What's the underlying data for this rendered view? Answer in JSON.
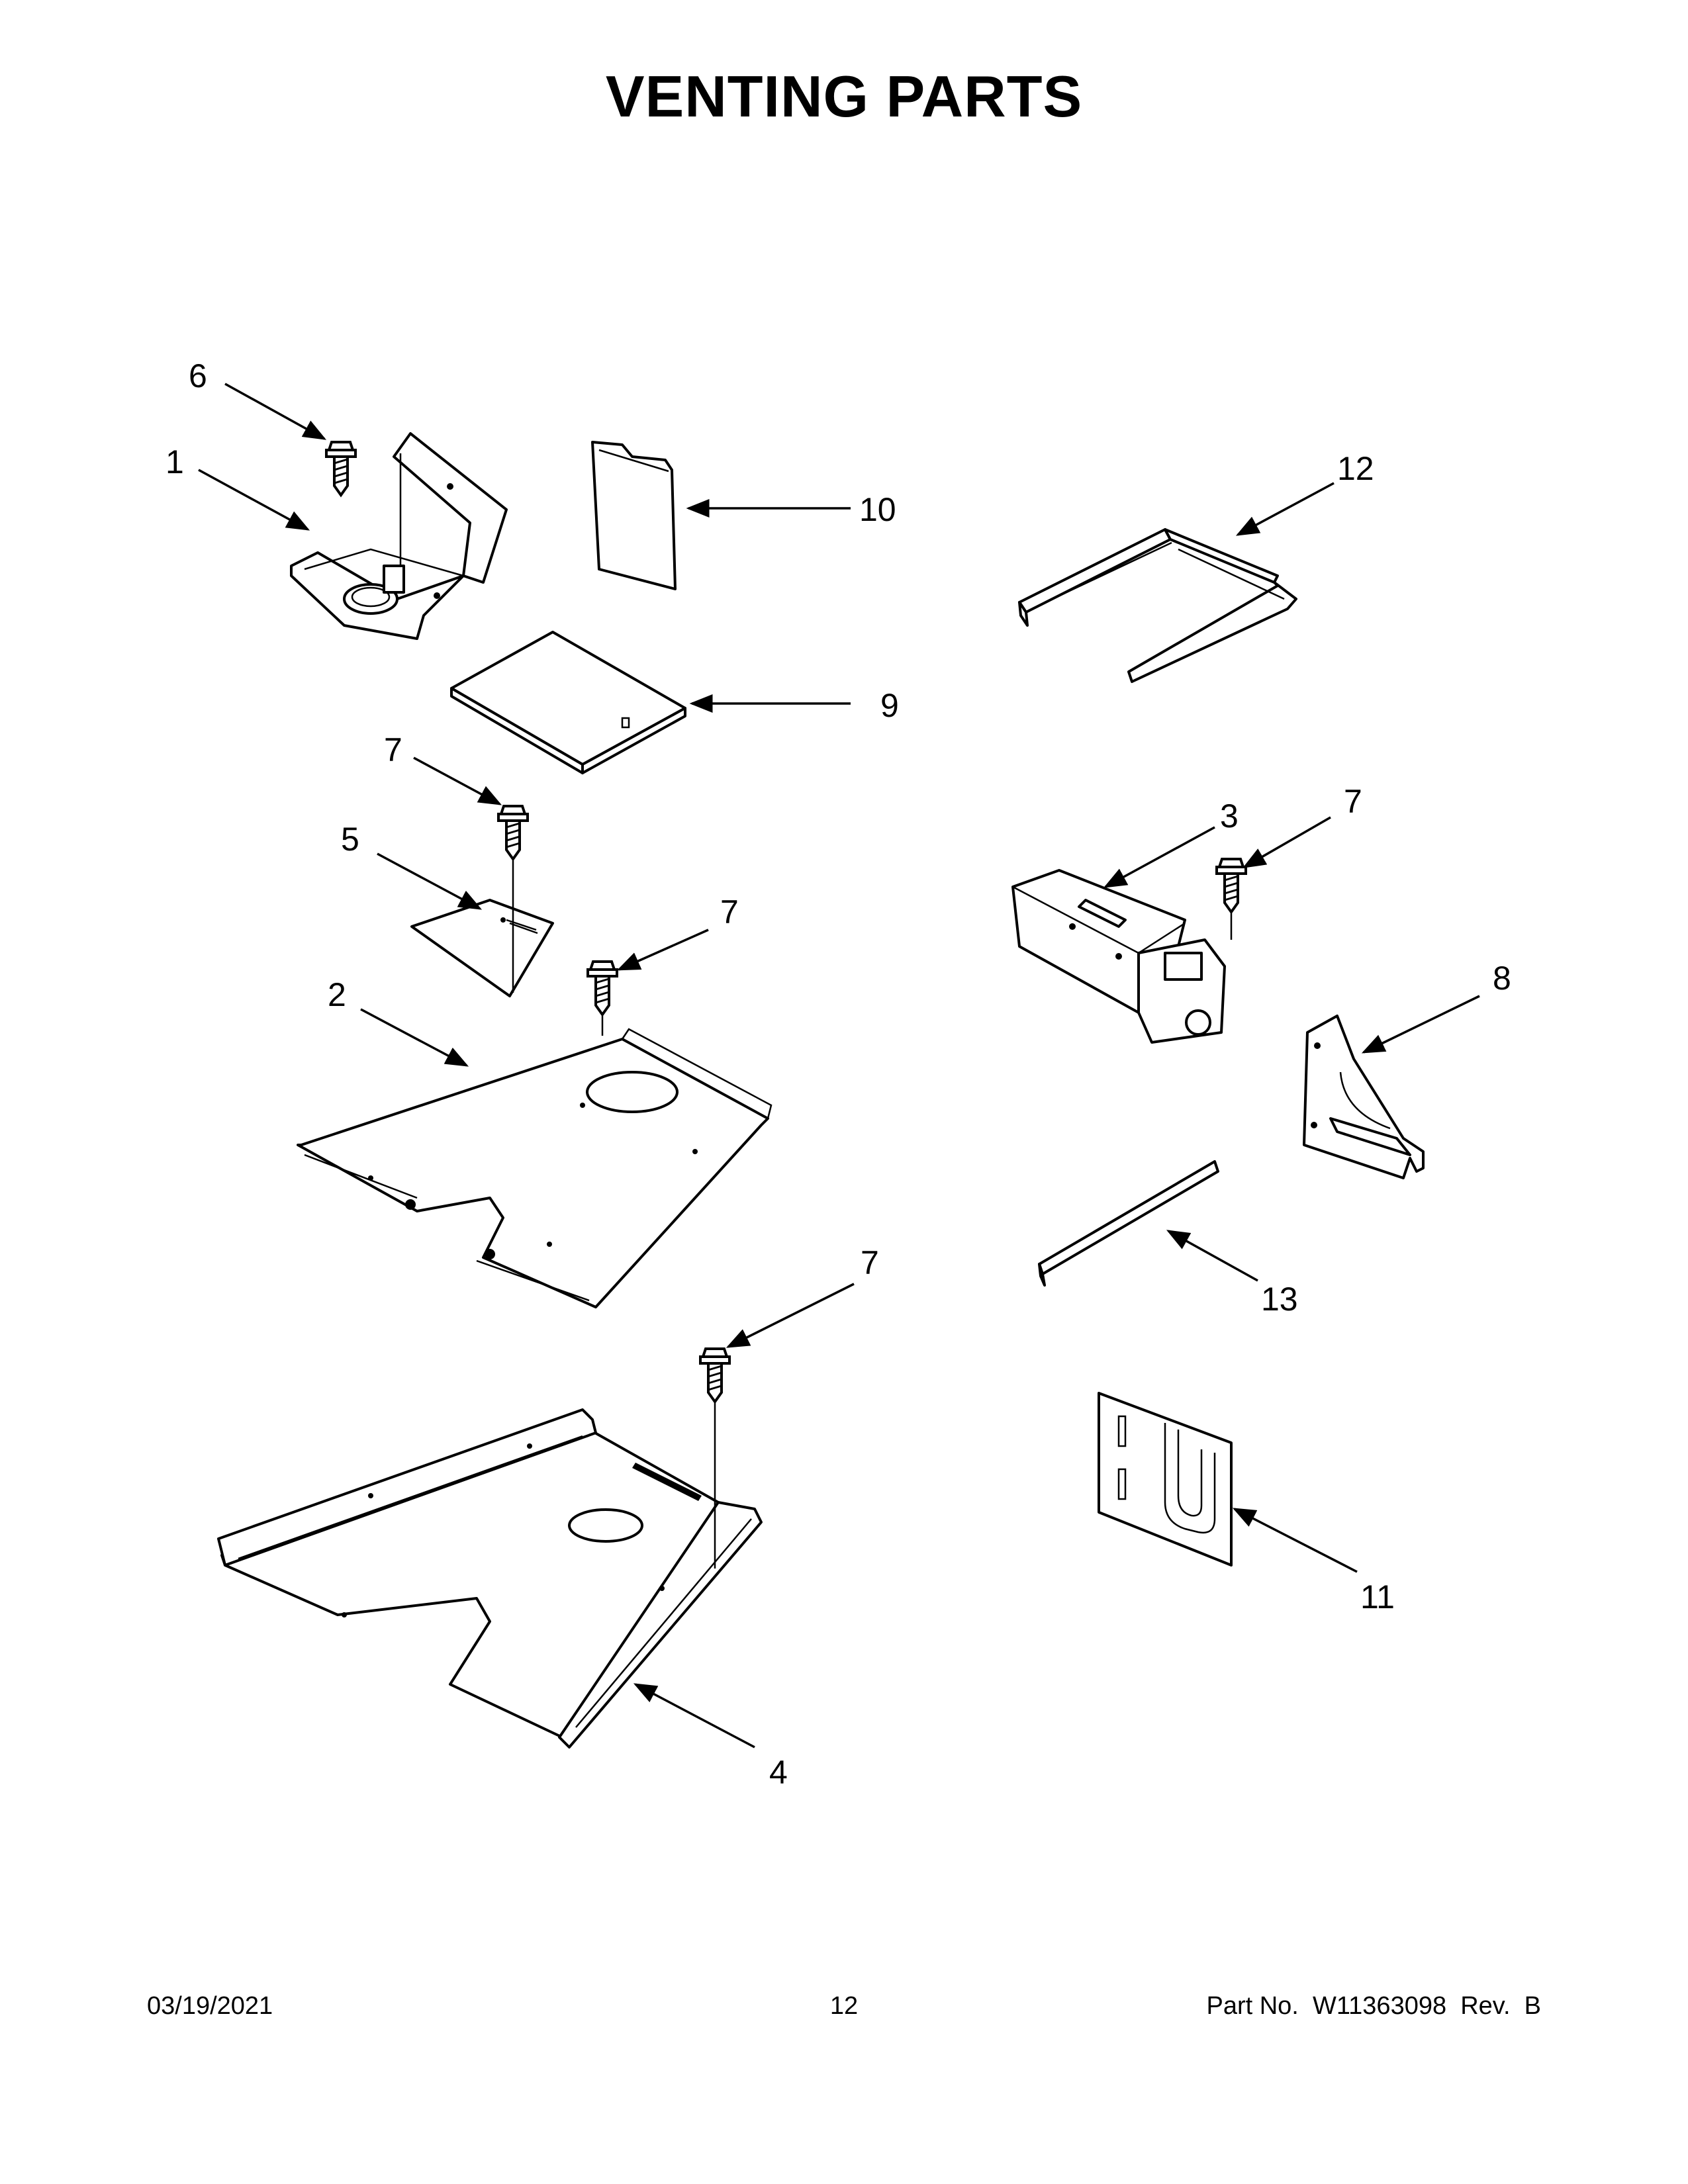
{
  "title": "VENTING PARTS",
  "callouts": {
    "c1": "1",
    "c2": "2",
    "c3": "3",
    "c4": "4",
    "c5": "5",
    "c6": "6",
    "c7a": "7",
    "c7b": "7",
    "c7c": "7",
    "c7d": "7",
    "c8": "8",
    "c9": "9",
    "c10": "10",
    "c11": "11",
    "c12": "12",
    "c13": "13"
  },
  "footer": {
    "date": "03/19/2021",
    "page": "12",
    "part_number": "Part No.  W11363098  Rev.  B"
  }
}
